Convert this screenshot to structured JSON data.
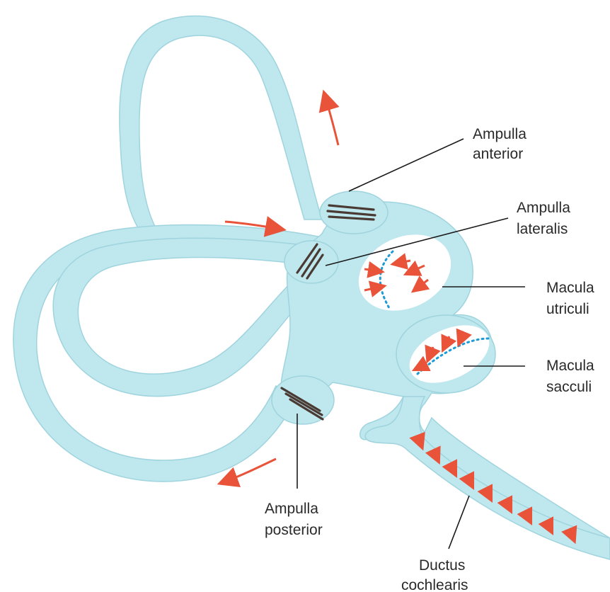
{
  "labels": {
    "ampulla_anterior": [
      "Ampulla",
      "anterior"
    ],
    "ampulla_lateralis": [
      "Ampulla",
      "lateralis"
    ],
    "macula_utriculi": [
      "Macula",
      "utriculi"
    ],
    "macula_sacculi": [
      "Macula",
      "sacculi"
    ],
    "ampulla_posterior": [
      "Ampulla",
      "posterior"
    ],
    "ductus_cochlearis": [
      "Ductus",
      "cochlearis"
    ]
  },
  "colors": {
    "endolymph": "#bfe7ee",
    "outline": "#9fd4de",
    "flow_arrow": "#e8533a",
    "striola": "#1e9ad6",
    "crista": "#4a3a34"
  }
}
